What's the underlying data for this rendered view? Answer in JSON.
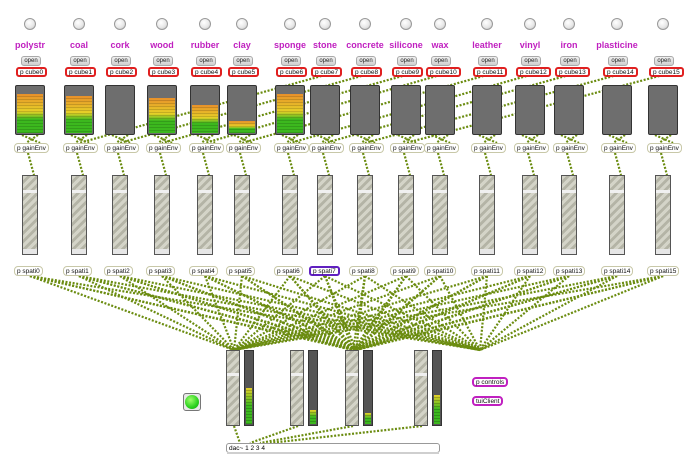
{
  "materials": [
    {
      "name": "polystr",
      "open": "open",
      "cube": "p cube0",
      "gain": "p gainEnv",
      "spati": "p spati0",
      "level": 0.85,
      "highlight": "red"
    },
    {
      "name": "coal",
      "open": "open",
      "cube": "p cube1",
      "gain": "p gainEnv",
      "spati": "p spati1",
      "level": 0.8,
      "highlight": "red"
    },
    {
      "name": "cork",
      "open": "open",
      "cube": "p cube2",
      "gain": "p gainEnv",
      "spati": "p spati2",
      "level": 0.0,
      "highlight": "red"
    },
    {
      "name": "wood",
      "open": "open",
      "cube": "p cube3",
      "gain": "p gainEnv",
      "spati": "p spati3",
      "level": 0.75,
      "highlight": "red"
    },
    {
      "name": "rubber",
      "open": "open",
      "cube": "p cube4",
      "gain": "p gainEnv",
      "spati": "p spati4",
      "level": 0.6,
      "highlight": "red"
    },
    {
      "name": "clay",
      "open": "open",
      "cube": "p cube5",
      "gain": "p gainEnv",
      "spati": "p spati5",
      "level": 0.25,
      "highlight": "red"
    },
    {
      "name": "sponge",
      "open": "open",
      "cube": "p cube6",
      "gain": "p gainEnv",
      "spati": "p spati6",
      "level": 0.85,
      "highlight": "red"
    },
    {
      "name": "stone",
      "open": "open",
      "cube": "p cube7",
      "gain": "p gainEnv",
      "spati": "p spati7",
      "level": 0.0,
      "highlight": "red"
    },
    {
      "name": "concrete",
      "open": "open",
      "cube": "p cube8",
      "gain": "p gainEnv",
      "spati": "p spati8",
      "level": 0.0,
      "highlight": "red"
    },
    {
      "name": "silicone",
      "open": "open",
      "cube": "p cube9",
      "gain": "p gainEnv",
      "spati": "p spati9",
      "level": 0.0,
      "highlight": "red"
    },
    {
      "name": "wax",
      "open": "open",
      "cube": "p cube10",
      "gain": "p gainEnv",
      "spati": "p spati10",
      "level": 0.0,
      "highlight": "red"
    },
    {
      "name": "leather",
      "open": "open",
      "cube": "p cube11",
      "gain": "p gainEnv",
      "spati": "p spati11",
      "level": 0.0,
      "highlight": "red"
    },
    {
      "name": "vinyl",
      "open": "open",
      "cube": "p cube12",
      "gain": "p gainEnv",
      "spati": "p spati12",
      "level": 0.0,
      "highlight": "red"
    },
    {
      "name": "iron",
      "open": "open",
      "cube": "p cube13",
      "gain": "p gainEnv",
      "spati": "p spati13",
      "level": 0.0,
      "highlight": "red"
    },
    {
      "name": "plasticine",
      "open": "open",
      "cube": "p cube14",
      "gain": "p gainEnv",
      "spati": "p spati14",
      "level": 0.0,
      "highlight": "red"
    },
    {
      "name": "",
      "open": "open",
      "cube": "p cube15",
      "gain": "p gainEnv",
      "spati": "p spati15",
      "level": 0.0,
      "highlight": "red"
    }
  ],
  "selected_spati_index": 7,
  "outputs": [
    {
      "channel": 1,
      "level": 0.5
    },
    {
      "channel": 2,
      "level": 0.2
    },
    {
      "channel": 3,
      "level": 0.15
    },
    {
      "channel": 4,
      "level": 0.4
    }
  ],
  "dac_label": "dac~ 1 2 3 4",
  "controls_label": "p controls",
  "tui_label": "tuiClient",
  "toggle_on": true,
  "colors": {
    "label": "#c020c0",
    "patchcord": "#6b8c10",
    "highlight_red": "#e02020",
    "highlight_purple": "#6020c0",
    "meter_green": "#3cb81e",
    "meter_yellow": "#e6d028",
    "meter_orange": "#e8902a"
  }
}
